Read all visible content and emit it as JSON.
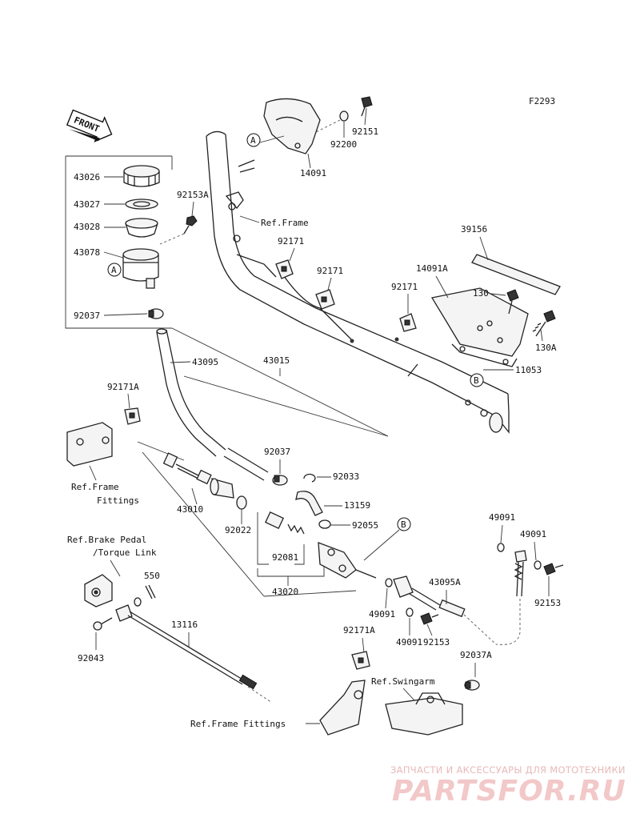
{
  "figure_code": "F2293",
  "front_badge": "FRONT",
  "callout_a": "A",
  "callout_b": "B",
  "part_numbers": {
    "p43026": "43026",
    "p43027": "43027",
    "p43028": "43028",
    "p43078": "43078",
    "p92037": "92037",
    "p92153A": "92153A",
    "p43095": "43095",
    "p43015": "43015",
    "p92171A_left": "92171A",
    "p92037_mid": "92037",
    "p92033": "92033",
    "p13159": "13159",
    "p92055": "92055",
    "p43010": "43010",
    "p92022": "92022",
    "p92081": "92081",
    "p43020": "43020",
    "p550": "550",
    "p13116": "13116",
    "p92043": "92043",
    "p14091": "14091",
    "p92200": "92200",
    "p92151": "92151",
    "p92171_a": "92171",
    "p92171_b": "92171",
    "p92171_c": "92171",
    "p39156": "39156",
    "p14091A": "14091A",
    "p130": "130",
    "p130A": "130A",
    "p11053": "11053",
    "p49091_a": "49091",
    "p49091_b": "49091",
    "p49091_c": "49091",
    "p49091_d": "49091",
    "p43095A": "43095A",
    "p92153_a": "92153",
    "p92153_b": "92153",
    "p92171A_bottom": "92171A",
    "p92037A": "92037A"
  },
  "references": {
    "ref_frame": "Ref.Frame",
    "ref_frame_fittings_1": "Ref.Frame",
    "ref_frame_fittings_2": "Fittings",
    "ref_brake_pedal_1": "Ref.Brake Pedal",
    "ref_brake_pedal_2": "/Torque Link",
    "ref_frame_fittings_bottom": "Ref.Frame Fittings",
    "ref_swingarm": "Ref.Swingarm"
  },
  "watermark": {
    "tagline": "ЗАПЧАСТИ И АКСЕССУАРЫ ДЛЯ МОТОТЕХНИКИ",
    "logo": "PARTSFOR.RU"
  }
}
